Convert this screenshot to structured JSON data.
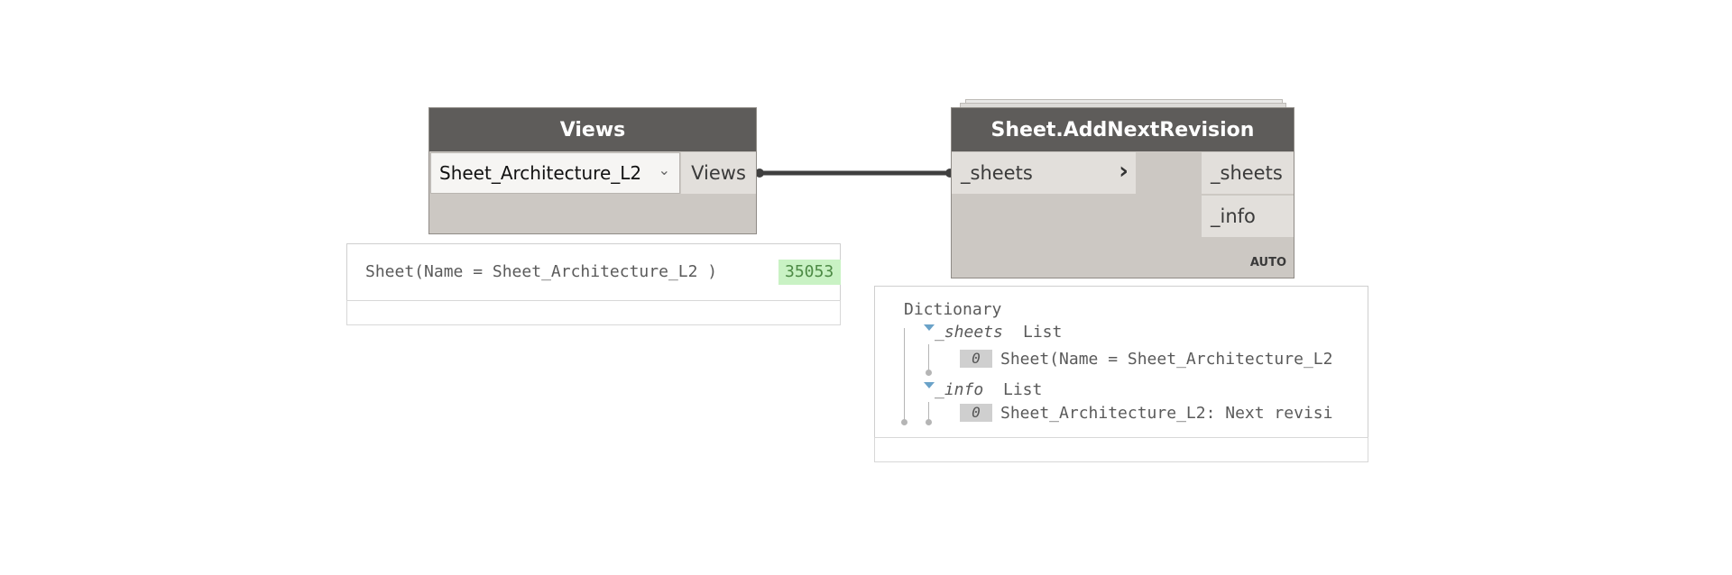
{
  "views_node": {
    "title": "Views",
    "selected_value": "Sheet_Architecture_L2",
    "output_port": "Views"
  },
  "views_preview": {
    "text": "Sheet(Name = Sheet_Architecture_L2 )",
    "id_tag": "35053"
  },
  "revision_node": {
    "title": "Sheet.AddNextRevision",
    "input_port": "_sheets",
    "output_ports": [
      "_sheets",
      "_info"
    ],
    "lacing": "AUTO"
  },
  "revision_preview": {
    "root": "Dictionary",
    "groups": [
      {
        "key": "_sheets",
        "type": "List",
        "index": "0",
        "value": "Sheet(Name = Sheet_Architecture_L2"
      },
      {
        "key": "_info",
        "type": "List",
        "index": "0",
        "value": "Sheet_Architecture_L2: Next revisi"
      }
    ]
  },
  "colors": {
    "node_header": "#5e5c5a",
    "node_body": "#ccc8c3",
    "port_bg": "#e2dfdb",
    "wire": "#3f3f3f",
    "id_highlight": "#c9f2c4",
    "tree_arrow": "#6aa2c8"
  }
}
